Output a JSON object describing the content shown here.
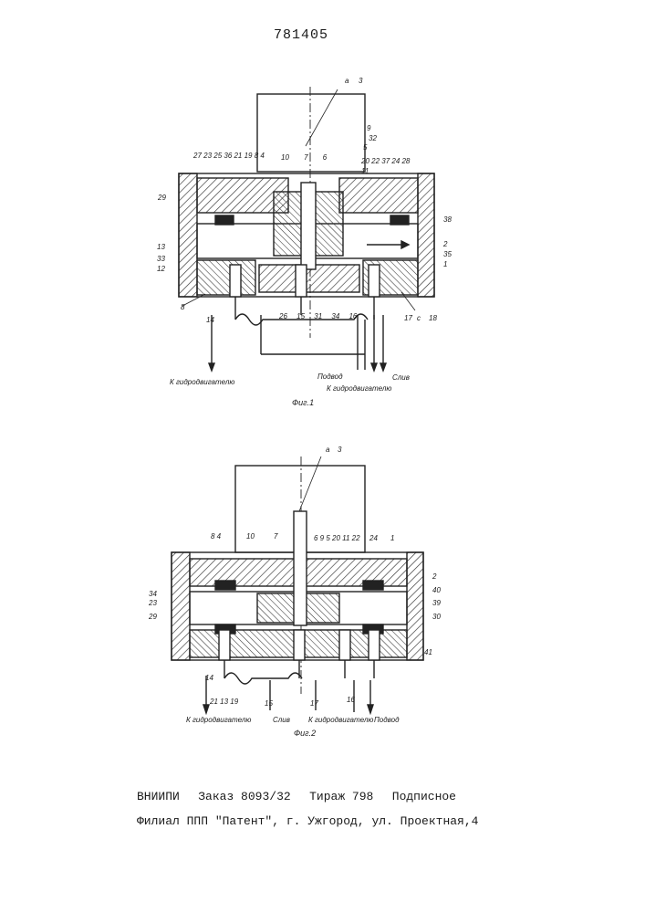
{
  "header": {
    "patent_number": "781405"
  },
  "figure1": {
    "caption": "Фиг.1",
    "part_numbers_top_left": "27 23 25 36 21 19 8 4",
    "part_numbers_top_center": "10 7 6",
    "part_numbers_top_right": "20 22 37 24 28",
    "label_a": "а",
    "label_3": "3",
    "label_9": "9",
    "label_32": "32",
    "label_5": "5",
    "label_11": "11",
    "label_29": "29",
    "label_13": "13",
    "label_33": "33",
    "label_12": "12",
    "label_8": "8",
    "label_14": "14",
    "part_numbers_bottom": "26 15 31 34 16",
    "label_38": "38",
    "label_2": "2",
    "label_35": "35",
    "label_1": "1",
    "label_17": "17",
    "label_c": "с",
    "label_18": "18",
    "annotation_left": "К гидродвигателю",
    "annotation_supply": "Подвод",
    "annotation_drain": "Слив",
    "annotation_right": "К гидродвигателю"
  },
  "figure2": {
    "caption": "Фиг.2",
    "label_a": "а",
    "label_3": "3",
    "part_numbers_top_left": "8 4",
    "label_10": "10",
    "label_7": "7",
    "part_numbers_top_center": "6 9 5 20 11 22",
    "label_24": "24",
    "label_1": "1",
    "label_34": "34",
    "label_23": "23",
    "label_29": "29",
    "label_2": "2",
    "label_40": "40",
    "label_39": "39",
    "label_30": "30",
    "label_41": "41",
    "label_14": "14",
    "part_numbers_bottom_left": "21 13 19",
    "label_15": "15",
    "label_17": "17",
    "label_16": "16",
    "annotation_left": "К гидродвигателю",
    "annotation_drain": "Слив",
    "annotation_right": "К гидродвигателю",
    "annotation_supply": "Подвод"
  },
  "footer": {
    "org": "ВНИИПИ",
    "order": "Заказ 8093/32",
    "circulation": "Тираж 798",
    "subscription": "Подписное",
    "branch": "Филиал ППП \"Патент\", г. Ужгород, ул. Проектная,4"
  }
}
